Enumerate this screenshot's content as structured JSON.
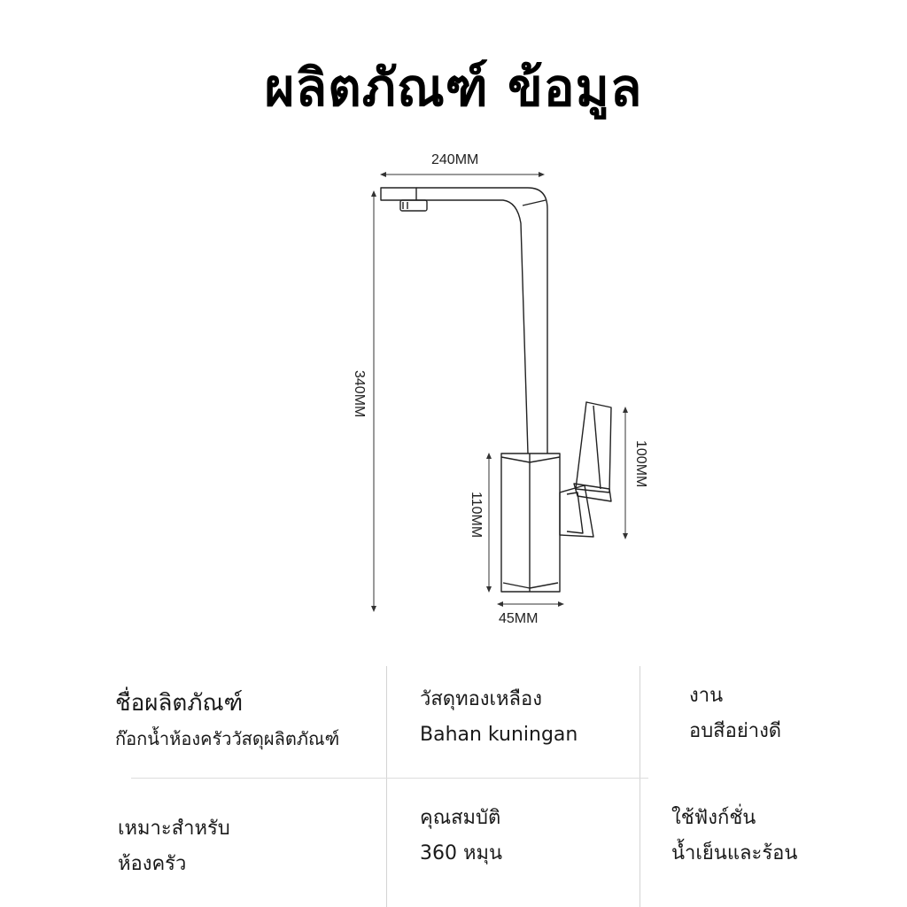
{
  "title": "ผลิตภัณฑ์ ข้อมูล",
  "dimensions": {
    "width_top": "240MM",
    "height_total": "340MM",
    "handle_height": "100MM",
    "base_height": "110MM",
    "base_width": "45MM"
  },
  "specs": [
    {
      "line1": "ชื่อผลิตภัณฑ์",
      "line2": "ก๊อกน้ำห้องครัววัสดุผลิตภัณฑ์"
    },
    {
      "line1": "วัสดุทองเหลือง",
      "line2": "Bahan kuningan"
    },
    {
      "line1": "งาน",
      "line2": "อบสีอย่างดี"
    },
    {
      "line1": "เหมาะสำหรับ",
      "line2": "ห้องครัว"
    },
    {
      "line1": "คุณสมบัติ",
      "line2": "360 หมุน"
    },
    {
      "line1": "ใช้ฟังก์ชั่น",
      "line2": "น้ำเย็นและร้อน"
    }
  ]
}
